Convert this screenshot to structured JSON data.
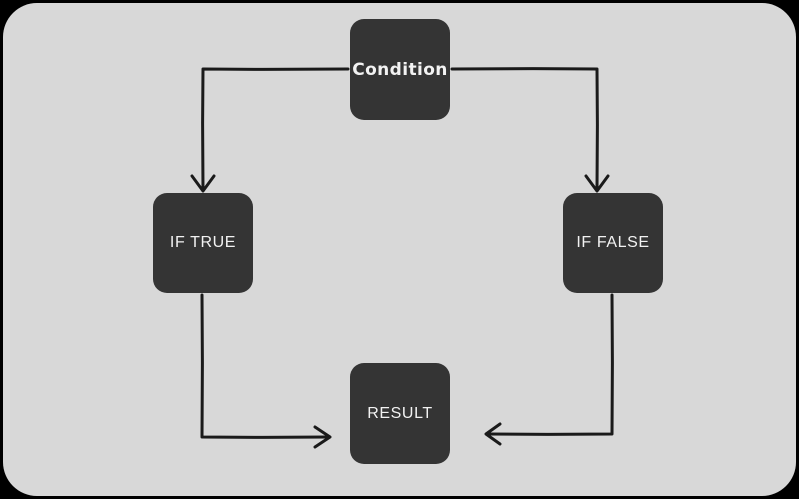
{
  "diagram": {
    "type": "flowchart",
    "background_color": "#000000",
    "canvas_color": "#d8d8d8",
    "node_color": "#343434",
    "node_text_color": "#f2f2f2",
    "edge_color": "#1a1a1a",
    "nodes": [
      {
        "id": "condition",
        "label": "Condition",
        "style": "rounded-sans"
      },
      {
        "id": "if_true",
        "label": "IF TRUE",
        "style": "caps-sans"
      },
      {
        "id": "if_false",
        "label": "IF FALSE",
        "style": "caps-sans"
      },
      {
        "id": "result",
        "label": "RESULT",
        "style": "caps-sans"
      }
    ],
    "edges": [
      {
        "from": "condition",
        "to": "if_true",
        "label": "",
        "arrow": "down"
      },
      {
        "from": "condition",
        "to": "if_false",
        "label": "",
        "arrow": "down"
      },
      {
        "from": "if_true",
        "to": "result",
        "label": "",
        "arrow": "right"
      },
      {
        "from": "if_false",
        "to": "result",
        "label": "",
        "arrow": "left"
      }
    ]
  }
}
